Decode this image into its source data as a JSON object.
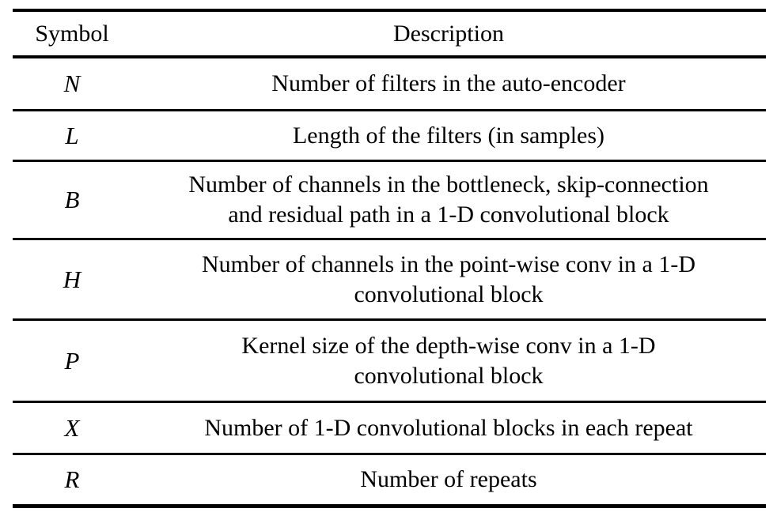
{
  "table": {
    "columns": [
      "Symbol",
      "Description"
    ],
    "rows": [
      {
        "symbol": "N",
        "description": "Number of filters in the auto-encoder"
      },
      {
        "symbol": "L",
        "description": "Length of the filters (in samples)"
      },
      {
        "symbol": "B",
        "description": "Number of channels in the bottleneck, skip-connection\nand residual path in a 1-D convolutional block"
      },
      {
        "symbol": "H",
        "description": "Number of channels in the point-wise conv in a 1-D\nconvolutional block"
      },
      {
        "symbol": "P",
        "description": "Kernel size of the depth-wise conv in a 1-D\nconvolutional block"
      },
      {
        "symbol": "X",
        "description": "Number of 1-D convolutional blocks in each repeat"
      },
      {
        "symbol": "R",
        "description": "Number of repeats"
      }
    ],
    "colors": {
      "text": "#000000",
      "rule": "#000000",
      "background": "#ffffff"
    }
  }
}
